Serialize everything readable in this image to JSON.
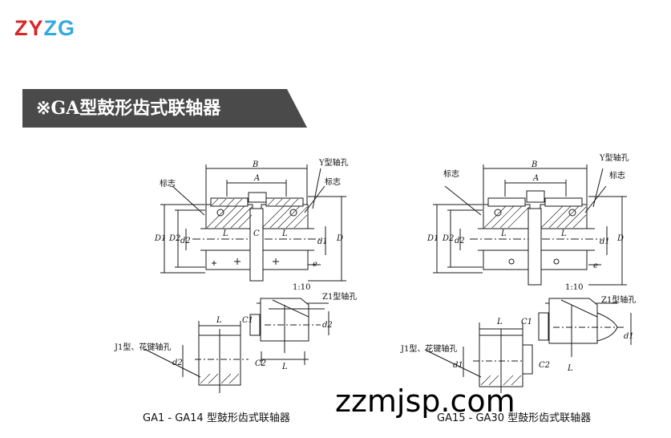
{
  "logo": {
    "text_red": "ZY",
    "text_blue": "ZG"
  },
  "banner": {
    "title": "※GA型鼓形齿式联轴器",
    "bg_color": "#4a4a4a"
  },
  "diagram_left": {
    "labels": {
      "B": "B",
      "A": "A",
      "mark_left": "标志",
      "mark_right": "标志",
      "y_hole": "Y型轴孔",
      "D1": "D1",
      "D2": "D2",
      "d2": "d2",
      "L1": "L",
      "C": "C",
      "L2": "L",
      "d1": "d1",
      "D": "D",
      "e": "e",
      "taper": "1:10",
      "z1_hole": "Z1型轴孔",
      "C1": "C1",
      "L3": "L",
      "j1_hole": "J1型、花键轴孔",
      "d2b": "d2",
      "C2": "C2",
      "L4": "L",
      "d2c": "d2"
    }
  },
  "diagram_right": {
    "labels": {
      "B": "B",
      "A": "A",
      "mark_left": "标志",
      "mark_right": "标志",
      "y_hole": "Y型轴孔",
      "D1": "D1",
      "D2": "D2",
      "d2": "d2",
      "L1": "L",
      "L2": "L",
      "d1": "d1",
      "D": "D",
      "e": "e",
      "taper": "1:10",
      "z1_hole": "Z1型轴孔",
      "C1": "C1",
      "L3": "L",
      "j1_hole": "J1型、花键轴孔",
      "d1b": "d1",
      "C2": "C2",
      "L4": "L",
      "d1c": "d1"
    }
  },
  "captions": {
    "left": "GA1 - GA14 型鼓形齿式联轴器",
    "right": "GA15 - GA30 型鼓形齿式联轴器"
  },
  "watermark": "zzmjsp.com"
}
